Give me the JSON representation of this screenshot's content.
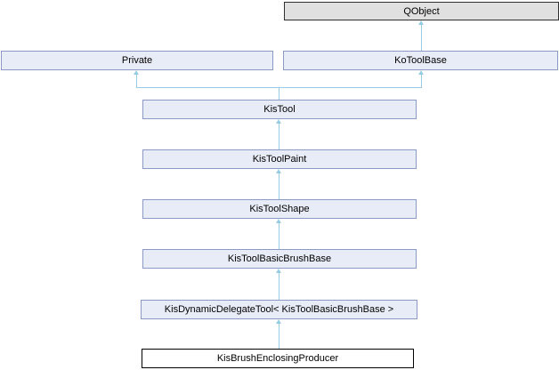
{
  "colors": {
    "background": "#ffffff",
    "text": "#000000",
    "node_fill": "#e8ecf6",
    "node_border": "#8b99c4",
    "root_fill": "#e0e0e0",
    "root_border": "#303030",
    "current_fill": "#ffffff",
    "current_border": "#000000",
    "edge": "#97cbe3"
  },
  "nodes": [
    {
      "id": "qobject",
      "label": "QObject"
    },
    {
      "id": "private",
      "label": "Private"
    },
    {
      "id": "kotoolbase",
      "label": "KoToolBase"
    },
    {
      "id": "kistool",
      "label": "KisTool"
    },
    {
      "id": "kistoolpaint",
      "label": "KisToolPaint"
    },
    {
      "id": "kistoolshape",
      "label": "KisToolShape"
    },
    {
      "id": "kistoolbasicbrushbase",
      "label": "KisToolBasicBrushBase"
    },
    {
      "id": "kisdynamicdelegatetool",
      "label": "KisDynamicDelegateTool< KisToolBasicBrushBase >"
    },
    {
      "id": "kisbrushenclosingproducer",
      "label": "KisBrushEnclosingProducer"
    }
  ],
  "edges": [
    {
      "from": "KoToolBase",
      "to": "QObject"
    },
    {
      "from": "KisTool",
      "to": "Private"
    },
    {
      "from": "KisTool",
      "to": "KoToolBase"
    },
    {
      "from": "KisToolPaint",
      "to": "KisTool"
    },
    {
      "from": "KisToolShape",
      "to": "KisToolPaint"
    },
    {
      "from": "KisToolBasicBrushBase",
      "to": "KisToolShape"
    },
    {
      "from": "KisDynamicDelegateTool< KisToolBasicBrushBase >",
      "to": "KisToolBasicBrushBase"
    },
    {
      "from": "KisBrushEnclosingProducer",
      "to": "KisDynamicDelegateTool< KisToolBasicBrushBase >"
    }
  ]
}
